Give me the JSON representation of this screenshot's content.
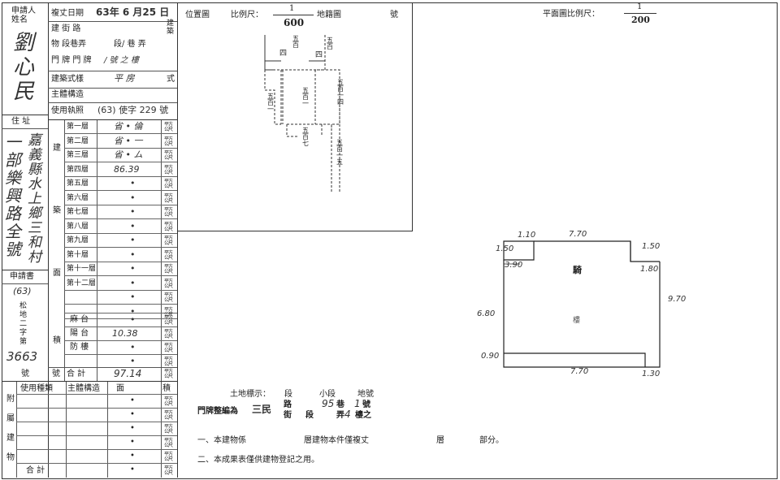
{
  "left": {
    "applicant_label": "申請人\n姓名",
    "applicant_name": "劉\n心\n民",
    "address_label": "住  址",
    "address_hand": "一\n部\n樂\n興\n路\n全\n號",
    "address_col2": "嘉\n義\n縣\n水\n上\n鄉\n三\n和\n村",
    "application_label": "申請書",
    "application_no_top": "(63)",
    "application_word": "松\n地\n二\n字\n第",
    "application_no": "3663",
    "application_hao": "號"
  },
  "form": {
    "survey_date_label": "複丈日期",
    "survey_date": "63年 6 月25 日",
    "date_side": "建\n築",
    "street_label": "建 街 路",
    "alley_label": "物 段巷弄",
    "alley_value": "段/ 巷     弄",
    "door_label": "門 牌 門 牌",
    "door_value": "/ 號 之     樓",
    "style_label": "建築式樣",
    "style_value": "平 房",
    "style_suffix": "式",
    "structure_label": "主體構造",
    "license_label": "使用執照",
    "license_value": "(63) 使字 229 號",
    "area_side_top": "建",
    "area_side_mid": "築",
    "area_side_bot": "面",
    "floors": [
      {
        "label": "第一層",
        "value": "省 • 倫"
      },
      {
        "label": "第二層",
        "value": "省 • 一"
      },
      {
        "label": "第三層",
        "value": "省 • ム"
      },
      {
        "label": "第四層",
        "value": "86.39"
      },
      {
        "label": "第五層",
        "value": "•"
      },
      {
        "label": "第六層",
        "value": "•"
      },
      {
        "label": "第七層",
        "value": "•"
      },
      {
        "label": "第八層",
        "value": "•"
      },
      {
        "label": "第九層",
        "value": "•"
      },
      {
        "label": "第十層",
        "value": "•"
      },
      {
        "label": "第十一層",
        "value": "•"
      },
      {
        "label": "第十二層",
        "value": "•"
      },
      {
        "label": "",
        "value": "•"
      },
      {
        "label": "",
        "value": "•"
      }
    ],
    "unit": "平方\n公尺",
    "extra_side": "積",
    "extras": [
      {
        "label": "麻  台",
        "value": "•"
      },
      {
        "label": "陽  台",
        "value": "10.38"
      },
      {
        "label": "防  樓",
        "value": "•"
      },
      {
        "label": "",
        "value": "•"
      }
    ],
    "total_left": "號",
    "total_label": "合    計",
    "total_value": "97.14",
    "attach_head_use": "使用種類",
    "attach_head_struct": "主體構造",
    "attach_head_face": "面",
    "attach_head_area": "積",
    "attach_side": "附\n\n屬\n\n建\n\n物",
    "attach_total": "合  計"
  },
  "location": {
    "title": "位置圖",
    "scale_label": "比例尺：",
    "scale_num": "1",
    "scale_den": "600",
    "map_label": "地籍圖",
    "map_suffix": "號",
    "labels": [
      "五\n百",
      "五\n百",
      "四",
      "四",
      "五\n百\n一",
      "五\n百\n一",
      "五\n百\n七",
      "五\n百\n一\n四",
      "五\n百\n一\n五"
    ]
  },
  "plan": {
    "title": "平面圖比例尺：",
    "scale_num": "1",
    "scale_den": "200",
    "room_label": "騎",
    "room_label2": "樓",
    "dims": [
      "1.10",
      "7.70",
      "1.50",
      "1.50",
      "3.90",
      "1.80",
      "9.70",
      "6.80",
      "0.90",
      "7.70",
      "1.30"
    ]
  },
  "notes": {
    "land_label": "土地標示：",
    "land_seg": "段",
    "land_subseg": "小段",
    "land_no": "地號",
    "door_label": "門牌整編為",
    "door_value": "三民",
    "door_road": "路",
    "door_street": "街",
    "door_section": "段",
    "door_alley_no": "95",
    "door_alley": "巷",
    "door_no": "1",
    "door_hao": "號",
    "door_lane": "弄",
    "door_floor": "4",
    "door_floor_suffix": "樓之",
    "note1_a": "一、本建物係",
    "note1_b": "層建物本件僅複丈",
    "note1_c": "層",
    "note1_d": "部分。",
    "note2": "二、本成果表僅供建物登記之用。"
  }
}
